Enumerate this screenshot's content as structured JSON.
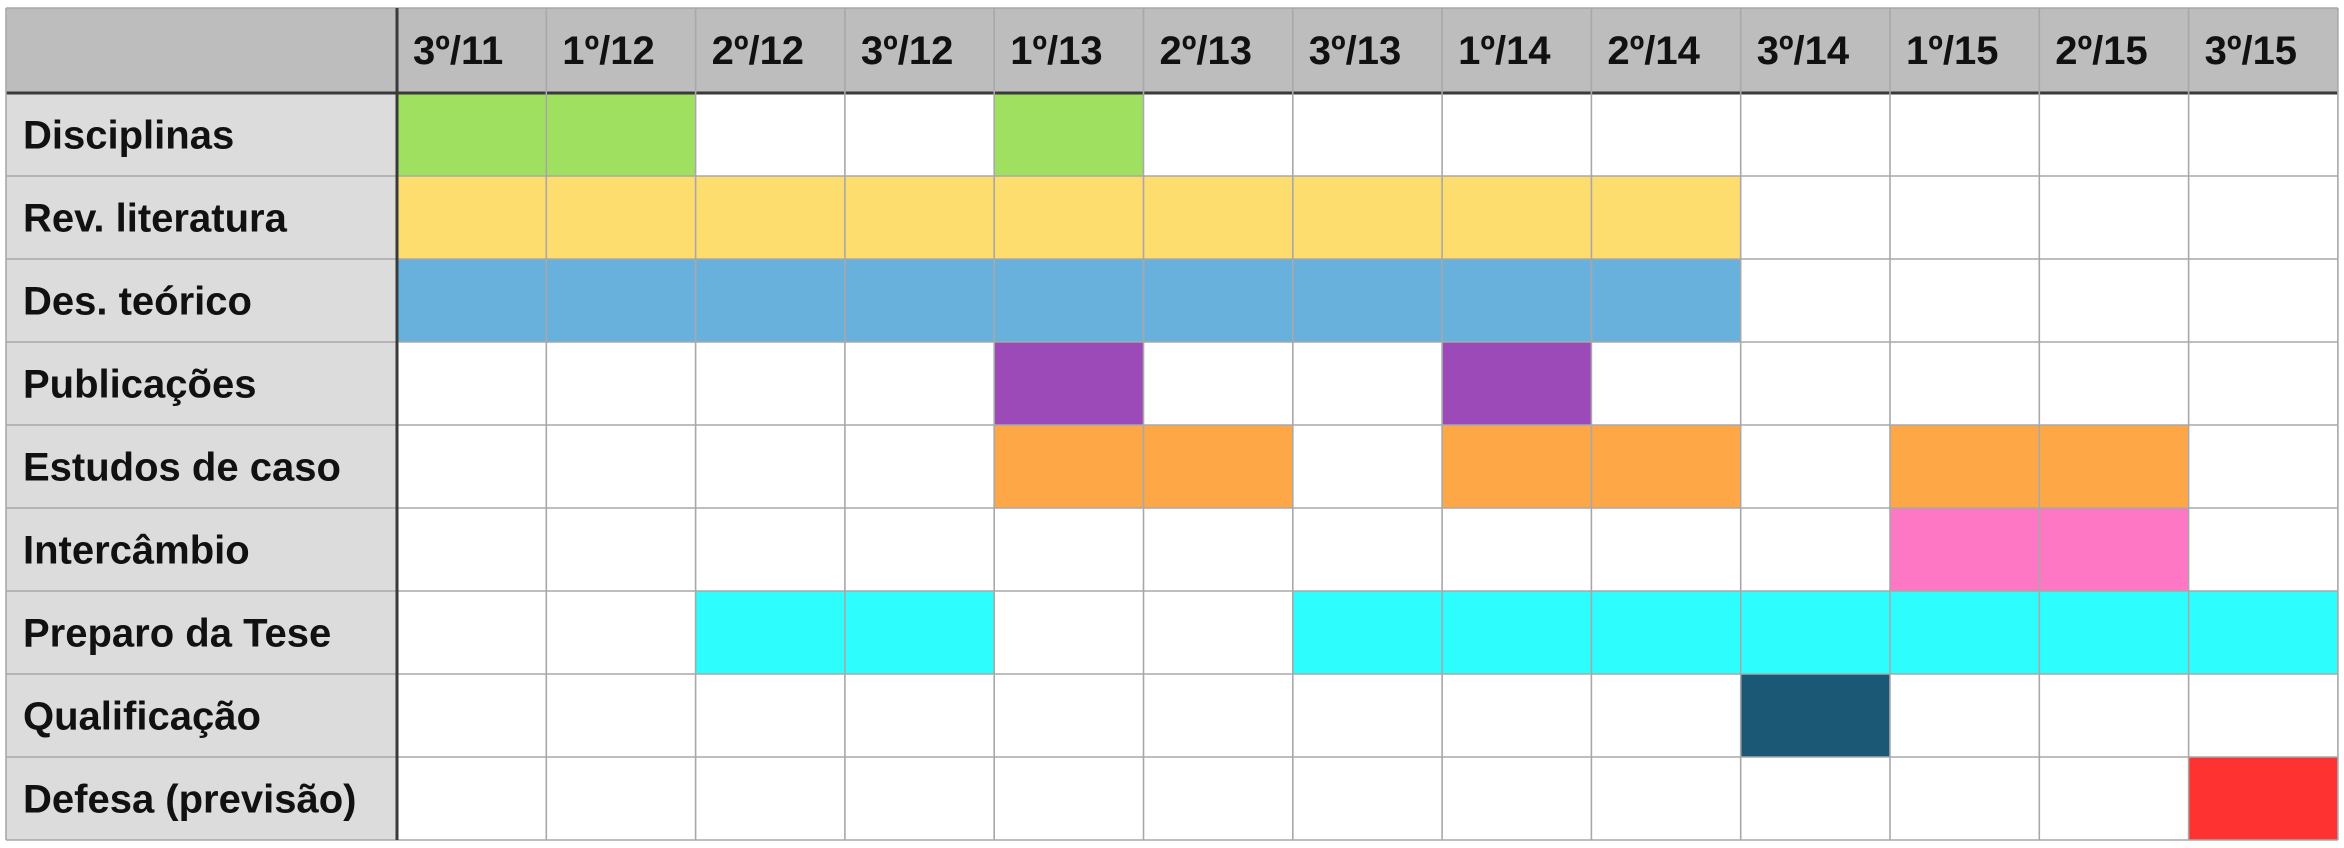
{
  "chart_data": {
    "type": "table",
    "periods": [
      "3º/11",
      "1º/12",
      "2º/12",
      "3º/12",
      "1º/13",
      "2º/13",
      "3º/13",
      "1º/14",
      "2º/14",
      "3º/14",
      "1º/15",
      "2º/15",
      "3º/15"
    ],
    "activities": [
      {
        "name": "Disciplinas",
        "color": "#9fe060",
        "periods": [
          "3º/11",
          "1º/12",
          "1º/13"
        ]
      },
      {
        "name": "Rev. literatura",
        "color": "#fedd6f",
        "periods": [
          "3º/11",
          "1º/12",
          "2º/12",
          "3º/12",
          "1º/13",
          "2º/13",
          "3º/13",
          "1º/14",
          "2º/14"
        ]
      },
      {
        "name": "Des. teórico",
        "color": "#69b1dd",
        "periods": [
          "3º/11",
          "1º/12",
          "2º/12",
          "3º/12",
          "1º/13",
          "2º/13",
          "3º/13",
          "1º/14",
          "2º/14"
        ]
      },
      {
        "name": "Publicações",
        "color": "#9b4ab7",
        "periods": [
          "1º/13",
          "1º/14"
        ]
      },
      {
        "name": "Estudos de caso",
        "color": "#fea746",
        "periods": [
          "1º/13",
          "2º/13",
          "1º/14",
          "2º/14",
          "1º/15",
          "2º/15"
        ]
      },
      {
        "name": "Intercâmbio",
        "color": "#fe77c5",
        "periods": [
          "1º/15",
          "2º/15"
        ]
      },
      {
        "name": "Preparo da Tese",
        "color": "#2efdfe",
        "periods": [
          "2º/12",
          "3º/12",
          "3º/13",
          "1º/14",
          "2º/14",
          "3º/14",
          "1º/15",
          "2º/15",
          "3º/15"
        ]
      },
      {
        "name": "Qualificação",
        "color": "#1b5876",
        "periods": [
          "3º/14"
        ]
      },
      {
        "name": "Defesa (previsão)",
        "color": "#fe3230",
        "periods": [
          "3º/15"
        ]
      }
    ],
    "grid": true
  }
}
